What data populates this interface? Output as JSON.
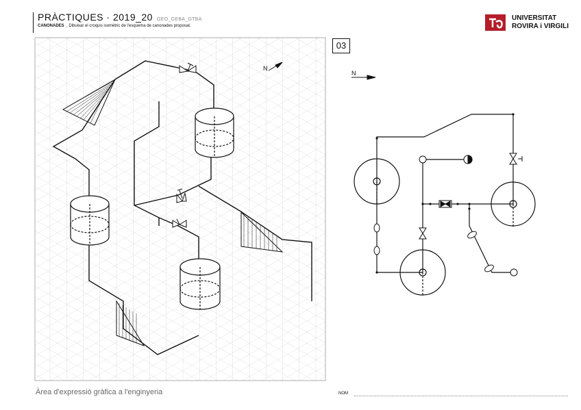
{
  "header": {
    "title": "PRÀCTIQUES · 2019_20",
    "code": "GEO_GEBA_GTBA",
    "subtitle_bold": "CANONADES _",
    "subtitle_text": " Dibuixar el croquis isomètric de l'esquema de canonades proposat."
  },
  "logo": {
    "line1": "UNIVERSITAT",
    "line2": "ROVIRA i VIRGILI"
  },
  "exercise_number": "03",
  "north_label": "N",
  "footer": {
    "area": "Àrea d'expressió gràfica a l'enginyeria",
    "name_label": "NOM"
  },
  "colors": {
    "ink": "#111111",
    "grid": "#c8c8c8",
    "logo_red": "#b41e28"
  }
}
